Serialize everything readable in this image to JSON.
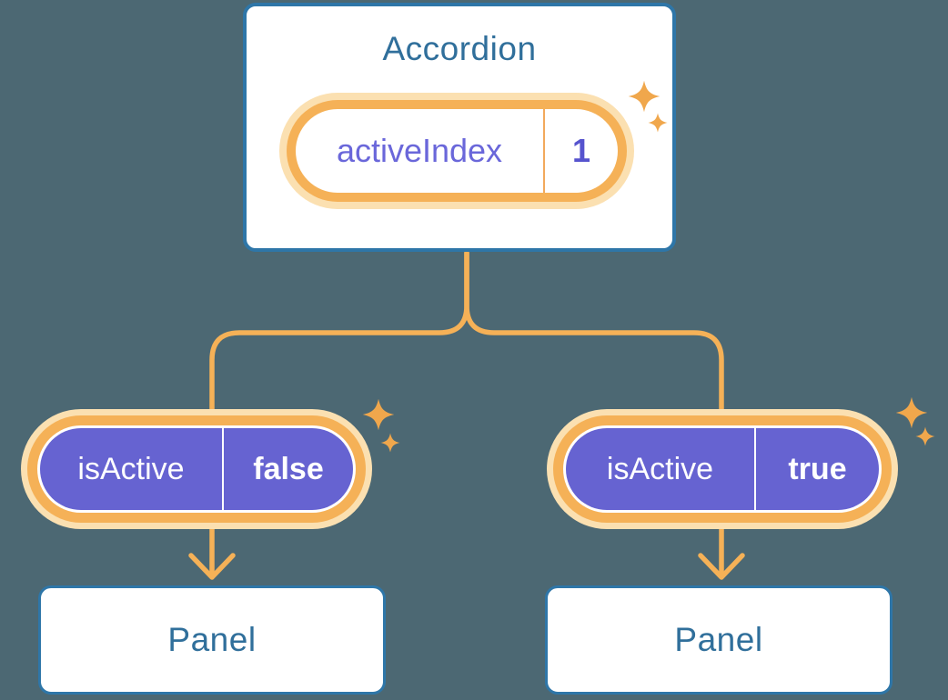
{
  "canvas": {
    "background": "#4C6873"
  },
  "accordion": {
    "title": "Accordion",
    "state": {
      "name": "activeIndex",
      "value": "1"
    }
  },
  "children": [
    {
      "prop": {
        "name": "isActive",
        "value": "false"
      },
      "panel": {
        "title": "Panel"
      }
    },
    {
      "prop": {
        "name": "isActive",
        "value": "true"
      },
      "panel": {
        "title": "Panel"
      }
    }
  ],
  "icons": {
    "sparkle": "sparkle-icon"
  },
  "colors": {
    "background": "#4C6873",
    "card_border_blue": "#2E76A8",
    "heading_blue": "#306F9B",
    "orange_line": "#F5B157",
    "orange_halo": "#FBE0B1",
    "sparkle_orange": "#F0A74C",
    "prop_purple": "#6663D1",
    "state_text_purple": "#6A67DA",
    "state_value_purple": "#5653CE",
    "white": "#FFFFFF"
  }
}
